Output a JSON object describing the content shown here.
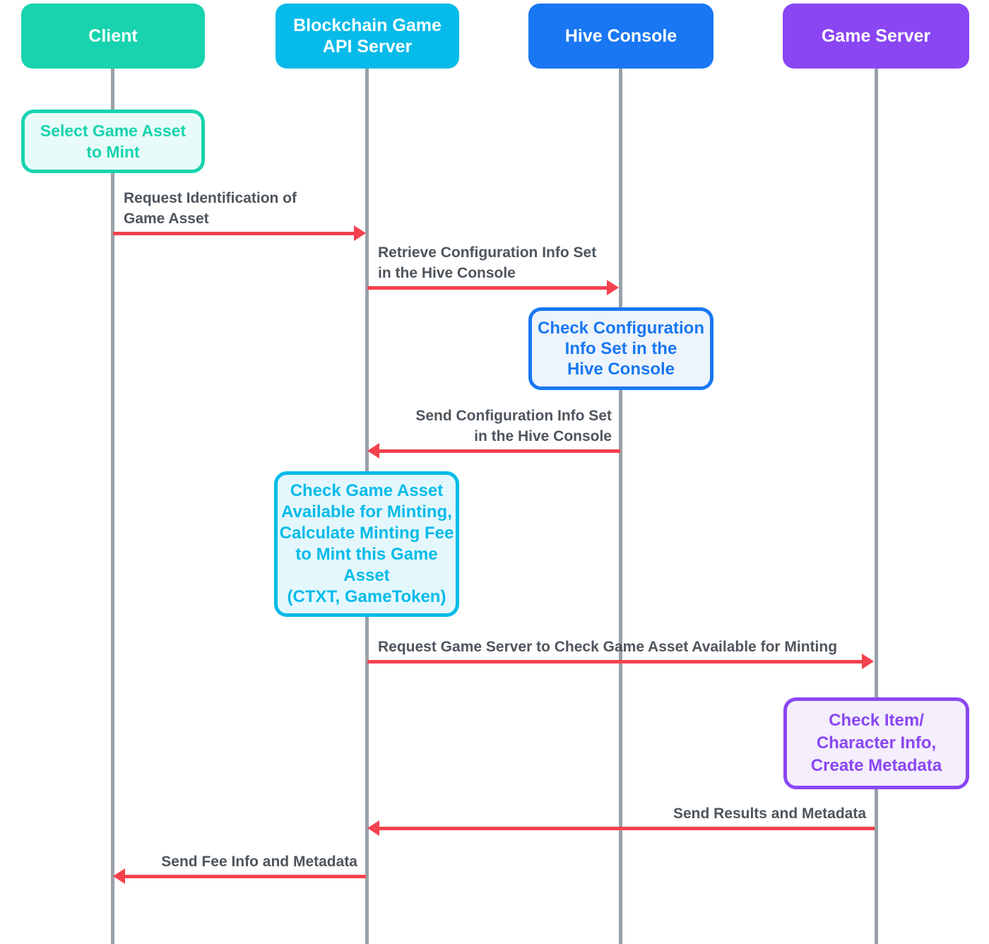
{
  "colors": {
    "teal": "#17d3ae",
    "cyan": "#06bbe9",
    "blue": "#1977f3",
    "purple": "#8a46f3",
    "arrow-red": "#f4414e",
    "lifeline-gray": "#9aa1a8",
    "label-gray": "#4e555d",
    "teal-bg": "#e7fcf8",
    "blue-bg": "#edf4fc",
    "cyan-bg": "#e4f7fd",
    "purple-bg": "#f4eefd"
  },
  "actors": [
    {
      "label": "Client",
      "color": "#17d3ae"
    },
    {
      "label": "Blockchain Game\nAPI Server",
      "color": "#06bbe9"
    },
    {
      "label": "Hive Console",
      "color": "#1977f3"
    },
    {
      "label": "Game Server",
      "color": "#8a46f3"
    }
  ],
  "notes": [
    {
      "actor": "Client",
      "text": "Select Game Asset\nto Mint",
      "color": "#17d3ae"
    },
    {
      "actor": "Hive Console",
      "text": "Check Configuration\nInfo Set in the\nHive Console",
      "color": "#1977f3"
    },
    {
      "actor": "Blockchain Game API Server",
      "text": "Check Game Asset\nAvailable for Minting,\nCalculate Minting Fee\nto Mint this Game\nAsset\n(CTXT, GameToken)",
      "color": "#06bbe9"
    },
    {
      "actor": "Game Server",
      "text": "Check Item/\nCharacter Info,\nCreate Metadata",
      "color": "#8a46f3"
    }
  ],
  "messages": [
    {
      "from": "Client",
      "to": "Blockchain Game API Server",
      "direction": "right",
      "label": "Request Identification of\nGame Asset"
    },
    {
      "from": "Blockchain Game API Server",
      "to": "Hive Console",
      "direction": "right",
      "label": "Retrieve Configuration Info Set\nin the Hive Console"
    },
    {
      "from": "Hive Console",
      "to": "Blockchain Game API Server",
      "direction": "left",
      "label": "Send Configuration Info Set\nin the Hive Console"
    },
    {
      "from": "Blockchain Game API Server",
      "to": "Game Server",
      "direction": "right",
      "label": "Request Game Server to Check Game Asset Available for Minting"
    },
    {
      "from": "Game Server",
      "to": "Blockchain Game API Server",
      "direction": "left",
      "label": "Send Results and Metadata"
    },
    {
      "from": "Blockchain Game API Server",
      "to": "Client",
      "direction": "left",
      "label": "Send Fee Info and Metadata"
    }
  ]
}
